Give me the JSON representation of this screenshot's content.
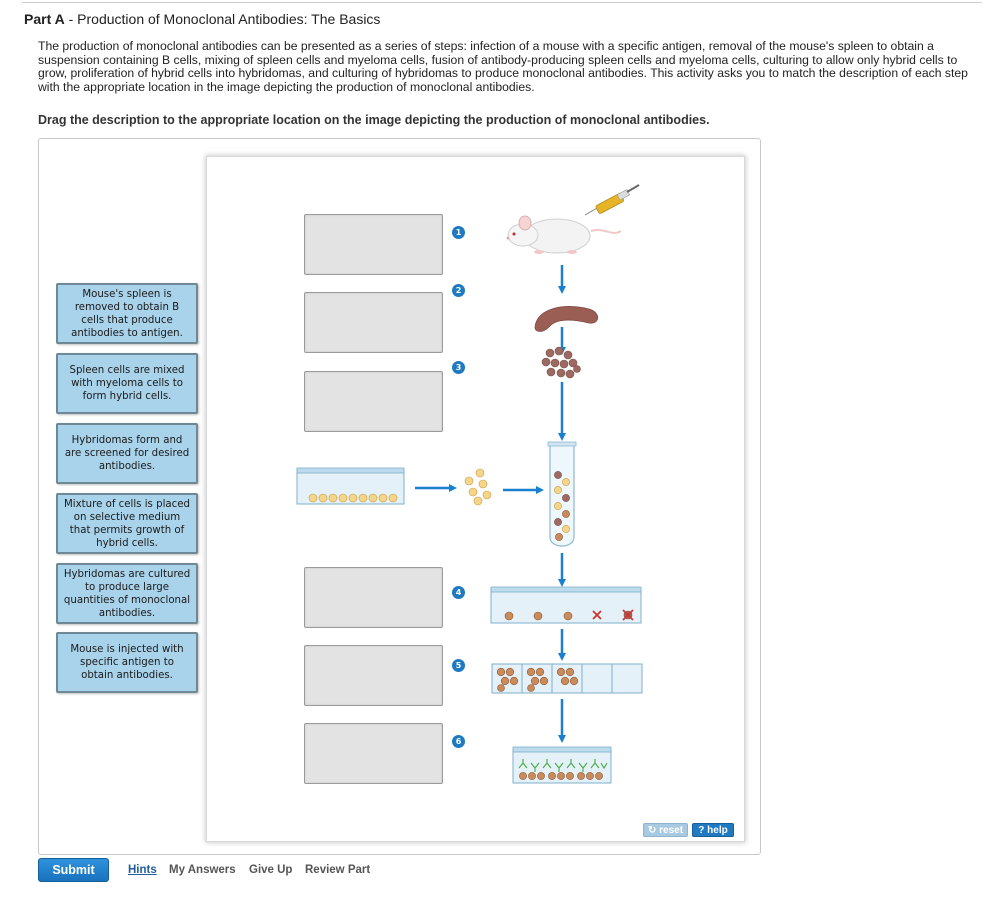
{
  "header": {
    "part_label": "Part A",
    "separator": " - ",
    "title": "Production of Monoclonal Antibodies: The Basics"
  },
  "intro_text": "The production of monoclonal antibodies can be presented as a series of steps: infection of a mouse with a specific antigen, removal of the mouse's spleen to obtain a suspension containing B cells, mixing of spleen cells and myeloma cells, fusion of antibody-producing spleen cells and myeloma cells, culturing to allow only hybrid cells to grow, proliferation of hybrid cells into hybridomas, and culturing of hybridomas to produce monoclonal antibodies. This activity asks you to match the description of each step with the appropriate location in the image depicting the production of monoclonal antibodies.",
  "instruction": "Drag the description to the appropriate location on the image depicting the production of monoclonal antibodies.",
  "labels": [
    "Mouse's spleen is removed to obtain B cells that produce antibodies to antigen.",
    "Spleen cells are mixed with myeloma cells to form hybrid cells.",
    "Hybridomas form and are screened for desired antibodies.",
    "Mixture of cells is placed on selective medium that permits growth of hybrid cells.",
    "Hybridomas are cultured to produce large quantities of monoclonal antibodies.",
    "Mouse is injected with specific antigen to obtain antibodies."
  ],
  "steps": [
    "1",
    "2",
    "3",
    "4",
    "5",
    "6"
  ],
  "controls": {
    "reset": "reset",
    "help": "help",
    "reset_icon": "refresh-icon",
    "help_icon": "question-icon"
  },
  "footer": {
    "submit": "Submit",
    "hints": "Hints",
    "my_answers": "My Answers",
    "give_up": "Give Up",
    "review_part": "Review Part"
  },
  "colors": {
    "accent": "#1f7ac2",
    "label_bg": "#a9d3eb",
    "drop_zone_bg": "#e3e3e3",
    "arrow": "#1a7fcf",
    "myeloma_cell": "#f5d58a",
    "spleen_cell": "#9c6a63",
    "hybrid_cell": "#c98a5c",
    "antibody": "#44aa44",
    "reject_mark": "#d0342c"
  }
}
